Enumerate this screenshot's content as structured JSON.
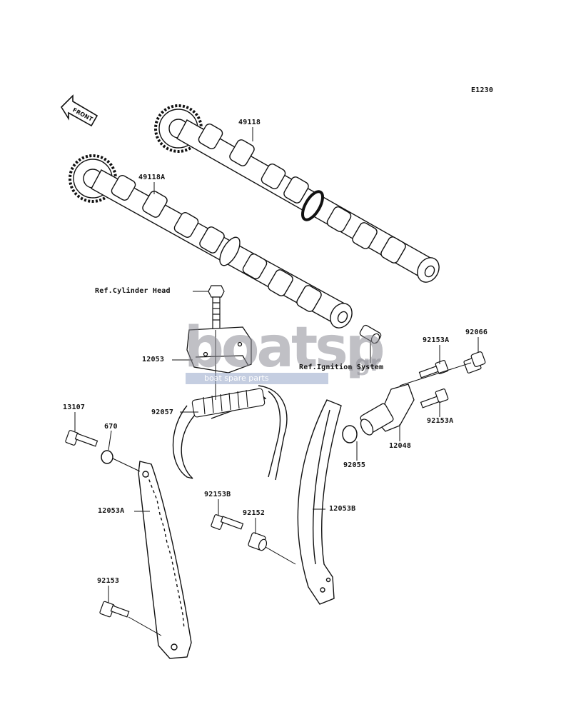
{
  "diagram_code": "E1230",
  "front_arrow_text": "FRONT",
  "watermark": {
    "logo_text": "boatsp",
    "tld": ".gr",
    "tagline": "boat spare parts"
  },
  "labels": {
    "p49118": "49118",
    "p49118A": "49118A",
    "ref_cyl_head": "Ref.Cylinder Head",
    "p12053": "12053",
    "ref_ignition": "Ref.Ignition System",
    "p92153A_top": "92153A",
    "p92066": "92066",
    "p92153A_bottom": "92153A",
    "p12048": "12048",
    "p92055": "92055",
    "p13107": "13107",
    "p670": "670",
    "p92057": "92057",
    "p12053A": "12053A",
    "p92153B": "92153B",
    "p92152": "92152",
    "p12053B": "12053B",
    "p92153": "92153"
  }
}
